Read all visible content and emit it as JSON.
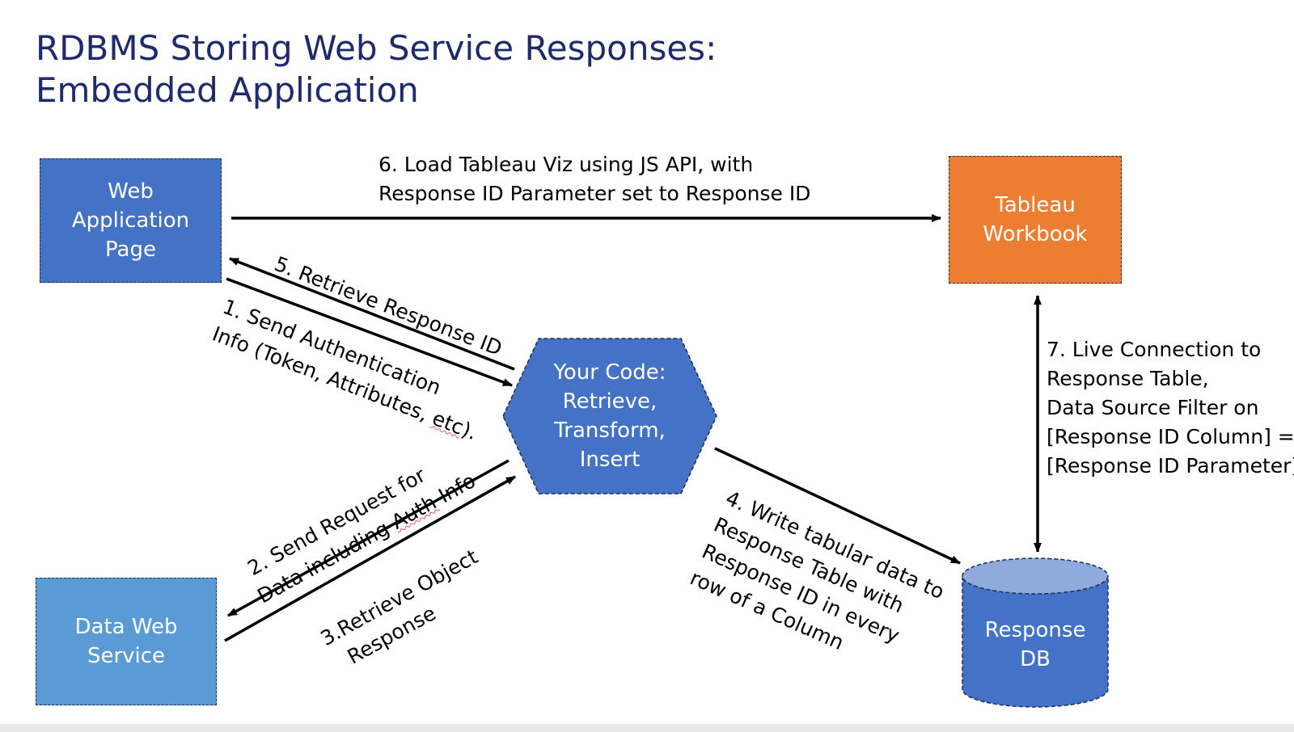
{
  "title": {
    "line1": "RDBMS Storing Web Service Responses:",
    "line2": "Embedded Application"
  },
  "nodes": {
    "web_app": {
      "label": "Web\nApplication\nPage",
      "color": "#4472c4"
    },
    "tableau": {
      "label": "Tableau\nWorkbook",
      "color": "#ed7d31"
    },
    "data_service": {
      "label": "Data Web\nService",
      "color": "#5b9bd5"
    },
    "your_code": {
      "line1": "Your Code:",
      "line2": "Retrieve,",
      "line3": "Transform,",
      "line4": "Insert",
      "color": "#4472c4"
    },
    "response_db": {
      "line1": "Response",
      "line2": "DB",
      "color": "#4472c4",
      "top_color": "#8faadc"
    }
  },
  "edges": {
    "step1": {
      "line1": "1.   Send Authentication",
      "line2": "Info (Token, Attributes, ",
      "line2_marked": "etc",
      "line2_end": ")."
    },
    "step2": {
      "line1": "2. Send Request for",
      "line2": "Data including ",
      "line2_marked": "Auth",
      "line2_end": " Info"
    },
    "step3": {
      "line1": "3.Retrieve Object",
      "line2": "Response"
    },
    "step4": {
      "line1": "4. Write tabular data to",
      "line2": "Response Table with",
      "line3": "Response ID in every",
      "line4": "row of a Column"
    },
    "step5": {
      "label": "5. Retrieve Response ID"
    },
    "step6": {
      "line1": "6. Load Tableau Viz using JS API, with",
      "line2": "Response ID Parameter set to Response ID"
    },
    "step7": {
      "line1": "7. Live Connection to",
      "line2": "Response Table,",
      "line3": "Data Source Filter on",
      "line4": "[Response ID Column] =",
      "line5": "[Response ID Parameter]"
    }
  }
}
